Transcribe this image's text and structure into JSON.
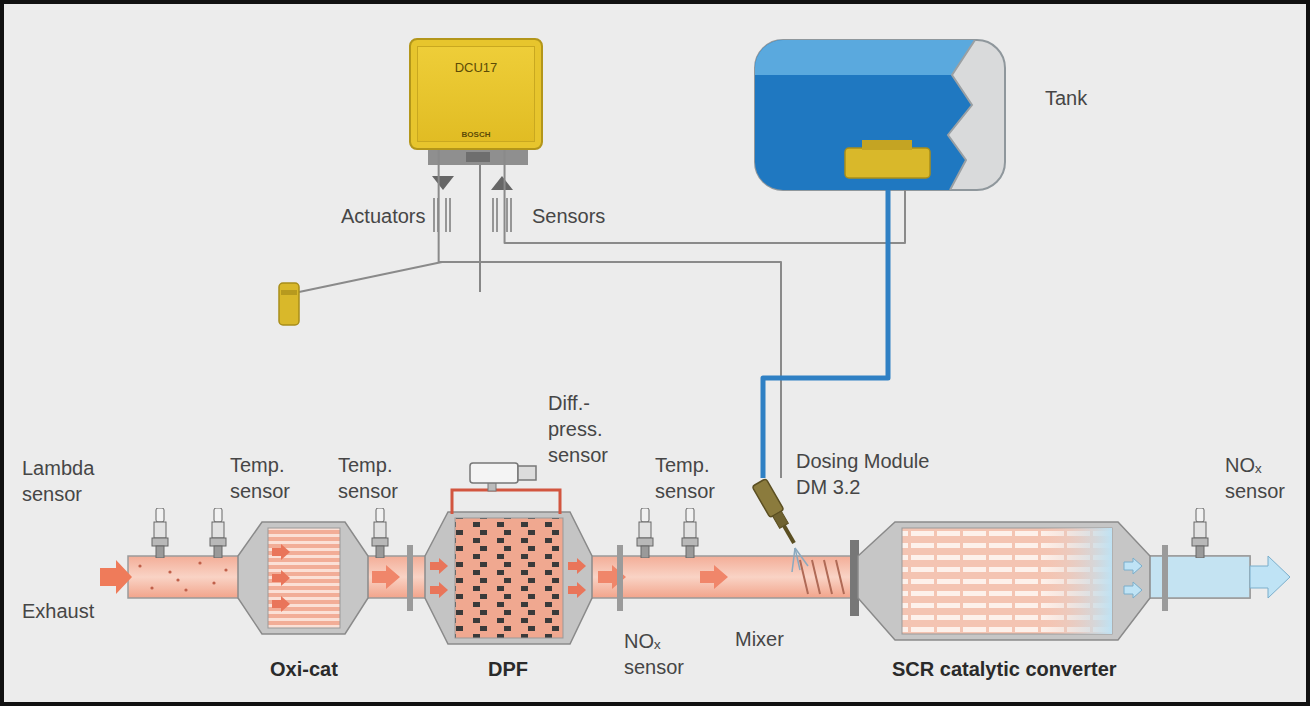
{
  "diagram": {
    "nodes": [
      {
        "text": [
          "DCU17",
          "BOSCH"
        ]
      },
      {
        "text": [
          "Tank"
        ]
      },
      {
        "text": [
          "Dosing Module DM 3.2"
        ]
      },
      {
        "text": [
          "Oxi-cat"
        ]
      },
      {
        "text": [
          "DPF"
        ]
      },
      {
        "text": [
          "SCR catalytic converter"
        ]
      }
    ],
    "edges": [
      {
        "from": 0,
        "to": 1,
        "arrow": "none"
      },
      {
        "from": 0,
        "to": 2,
        "arrow": "none"
      },
      {
        "from": 1,
        "to": 2,
        "arrow": "none"
      }
    ],
    "labels": [
      "Actuators",
      "Sensors",
      "Lambda sensor",
      "Exhaust",
      "Temp. sensor",
      "Temp. sensor",
      "Diff.- press. sensor",
      "Temp. sensor",
      "NOₓ sensor",
      "Mixer",
      "NOₓ sensor"
    ]
  }
}
